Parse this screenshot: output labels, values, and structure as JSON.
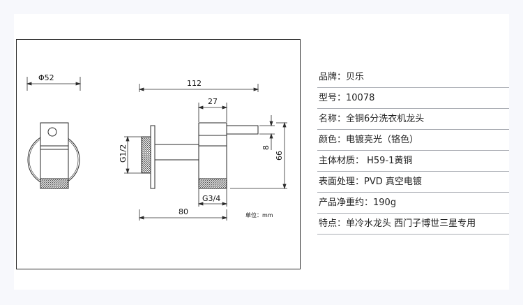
{
  "drawing": {
    "dim_diameter": "Φ52",
    "dim_total_length": "112",
    "dim_handle": "27",
    "dim_inlet_thread": "G1/2",
    "dim_outlet_thread": "G3/4",
    "dim_base_length": "80",
    "dim_handle_height": "8",
    "dim_total_height": "66",
    "unit_note": "单位：mm"
  },
  "specs": [
    {
      "text": "品牌：贝乐"
    },
    {
      "text": "型号：10078"
    },
    {
      "text": "名称：全铜6分洗衣机龙头"
    },
    {
      "text": "颜色：电镀亮光（铬色）"
    },
    {
      "text": "主体材质：  H59-1黄铜"
    },
    {
      "text": "表面处理：PVD 真空电镀"
    },
    {
      "text": "产品净重约：190g"
    },
    {
      "text": "特点：单冷水龙头 西门子博世三星专用"
    }
  ],
  "colors": {
    "line": "#2a2a2a",
    "thread": "#555555",
    "divider": "#a9acb3",
    "background": "#f7f8fc"
  }
}
